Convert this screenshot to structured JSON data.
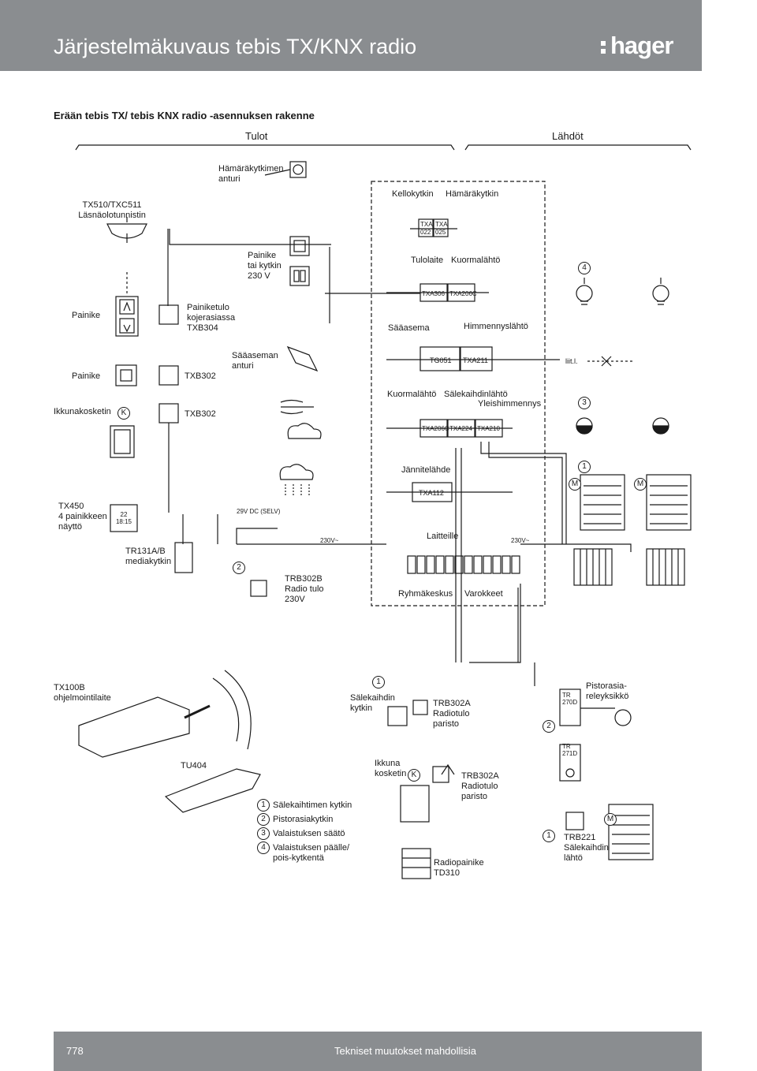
{
  "header": {
    "title": "Järjestelmäkuvaus tebis TX/KNX radio",
    "logo": "hager"
  },
  "subtitle": "Erään tebis TX/ tebis KNX radio -asennuksen rakenne",
  "sections": {
    "inputs": "Tulot",
    "outputs": "Lähdöt"
  },
  "labels": {
    "twilight_sensor": "Hämäräkytkimen\nanturi",
    "presence": "TX510/TXC511\nLäsnäolotunnistin",
    "clock_switch": "Kellokytkin",
    "twilight_switch": "Hämäräkytkin",
    "txa022_a": "TXA",
    "txa022_b": "022",
    "txa025_a": "TXA",
    "txa025_b": "025",
    "pushbutton_switch": "Painike\ntai kytkin\n230 V",
    "input_device": "Tulolaite",
    "load_output": "Kuormalähtö",
    "txa306": "TXA306",
    "txa206c_1": "TXA206C",
    "painike_1": "Painike",
    "pushbutton_input": "Painiketulo\nkojerasiassa\nTXB304",
    "weather_station": "Sääasema",
    "dimmer_output": "Himmennyslähtö",
    "painike_2": "Painike",
    "txb302_1": "TXB302",
    "weather_sensor": "Sääaseman\nanturi",
    "tg051": "TG051",
    "txa211": "TXA211",
    "connection": "liit.l.",
    "window_contact": "Ikkunakosketin",
    "k": "K",
    "txb302_2": "TXB302",
    "load_output_2": "Kuormalähtö",
    "shutter_output": "Sälekaihdinlähtö",
    "universal_dimmer": "Yleishimmennys",
    "txa206c_2": "TXA206C",
    "txa224": "TXA224",
    "txa210": "TXA210",
    "power_supply": "Jännitelähde",
    "txa112": "TXA112",
    "tx450": "TX450\n4 painikkeen\nnäyttö",
    "display_value": "22\n18:15",
    "dc_supply": "29V DC (SELV)",
    "tr131": "TR131A/B\nmediakytkin",
    "ac_1": "230V~",
    "devices": "Laitteille",
    "ac_2": "230V~",
    "trb302b": "TRB302B\nRadio tulo\n230V",
    "distribution": "Ryhmäkeskus",
    "fuses": "Varokkeet",
    "tx100b": "TX100B\nohjelmointilaite",
    "shutter_switch": "Sälekaihdin\nkytkin",
    "trb302a_1": "TRB302A\nRadiotulo\nparisto",
    "socket_relay": "Pistorasia-\nreleyksikkö",
    "tr270d": "TR\n270D",
    "tr271d": "TR\n271D",
    "tu404": "TU404",
    "window_contact_2": "Ikkuna\nkosketin",
    "trb302a_2": "TRB302A\nRadiotulo\nparisto",
    "radio_button": "Radiopainike\nTD310",
    "trb221": "TRB221\nSälekaihdin\nlähtö",
    "m": "M"
  },
  "badges": [
    "1",
    "2",
    "3",
    "4"
  ],
  "legend": [
    {
      "num": "1",
      "text": "Sälekaihtimen kytkin"
    },
    {
      "num": "2",
      "text": "Pistorasiakytkin"
    },
    {
      "num": "3",
      "text": "Valaistuksen säätö"
    },
    {
      "num": "4",
      "text": "Valaistuksen päälle/\npois-kytkentä"
    }
  ],
  "footer": {
    "page": "778",
    "note": "Tekniset muutokset mahdollisia"
  },
  "colors": {
    "header_bg": "#8a8d90",
    "text": "#1a1a1a",
    "line": "#1a1a1a"
  }
}
